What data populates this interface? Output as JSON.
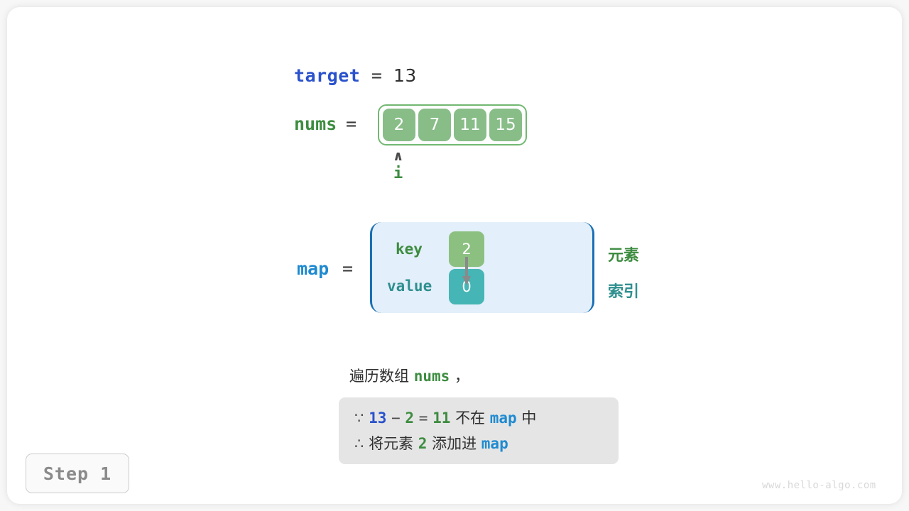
{
  "diagram": {
    "title_watermark": "www.hello-algo.com",
    "step_badge": "Step 1",
    "colors": {
      "target_blue": "#2a52cc",
      "map_blue": "#1f8ad0",
      "nums_green": "#3d8c40",
      "value_teal": "#2f8f8f",
      "array_cell_green": "#88bd88",
      "map_bg_blue": "#e3effa",
      "map_border_blue": "#1a6fb5",
      "key_cell_green": "#8cc081",
      "value_cell_teal": "#46b5b5",
      "reason_box_gray": "#e5e5e5"
    }
  },
  "target": {
    "label": "target",
    "equals": "=",
    "value": "13"
  },
  "nums": {
    "label": "nums",
    "equals": "=",
    "cells": [
      "2",
      "7",
      "11",
      "15"
    ],
    "pointer_caret": "∧",
    "pointer_label": "i",
    "pointer_index": 0
  },
  "map": {
    "label": "map",
    "equals": "=",
    "key_row_label": "key",
    "value_row_label": "value",
    "entries": [
      {
        "key": "2",
        "value": "0"
      }
    ],
    "annotation_key": "元素",
    "annotation_value": "索引"
  },
  "description": {
    "prefix": "遍历数组",
    "code": "nums",
    "suffix": "，"
  },
  "reasoning": {
    "line1": {
      "symbol": "∵",
      "a": "13",
      "minus": "−",
      "b": "2",
      "equals": "=",
      "result": "11",
      "text_mid": "不在",
      "code": "map",
      "text_end": "中"
    },
    "line2": {
      "symbol": "∴",
      "text_start": "将元素",
      "value": "2",
      "text_mid": "添加进",
      "code": "map"
    }
  }
}
